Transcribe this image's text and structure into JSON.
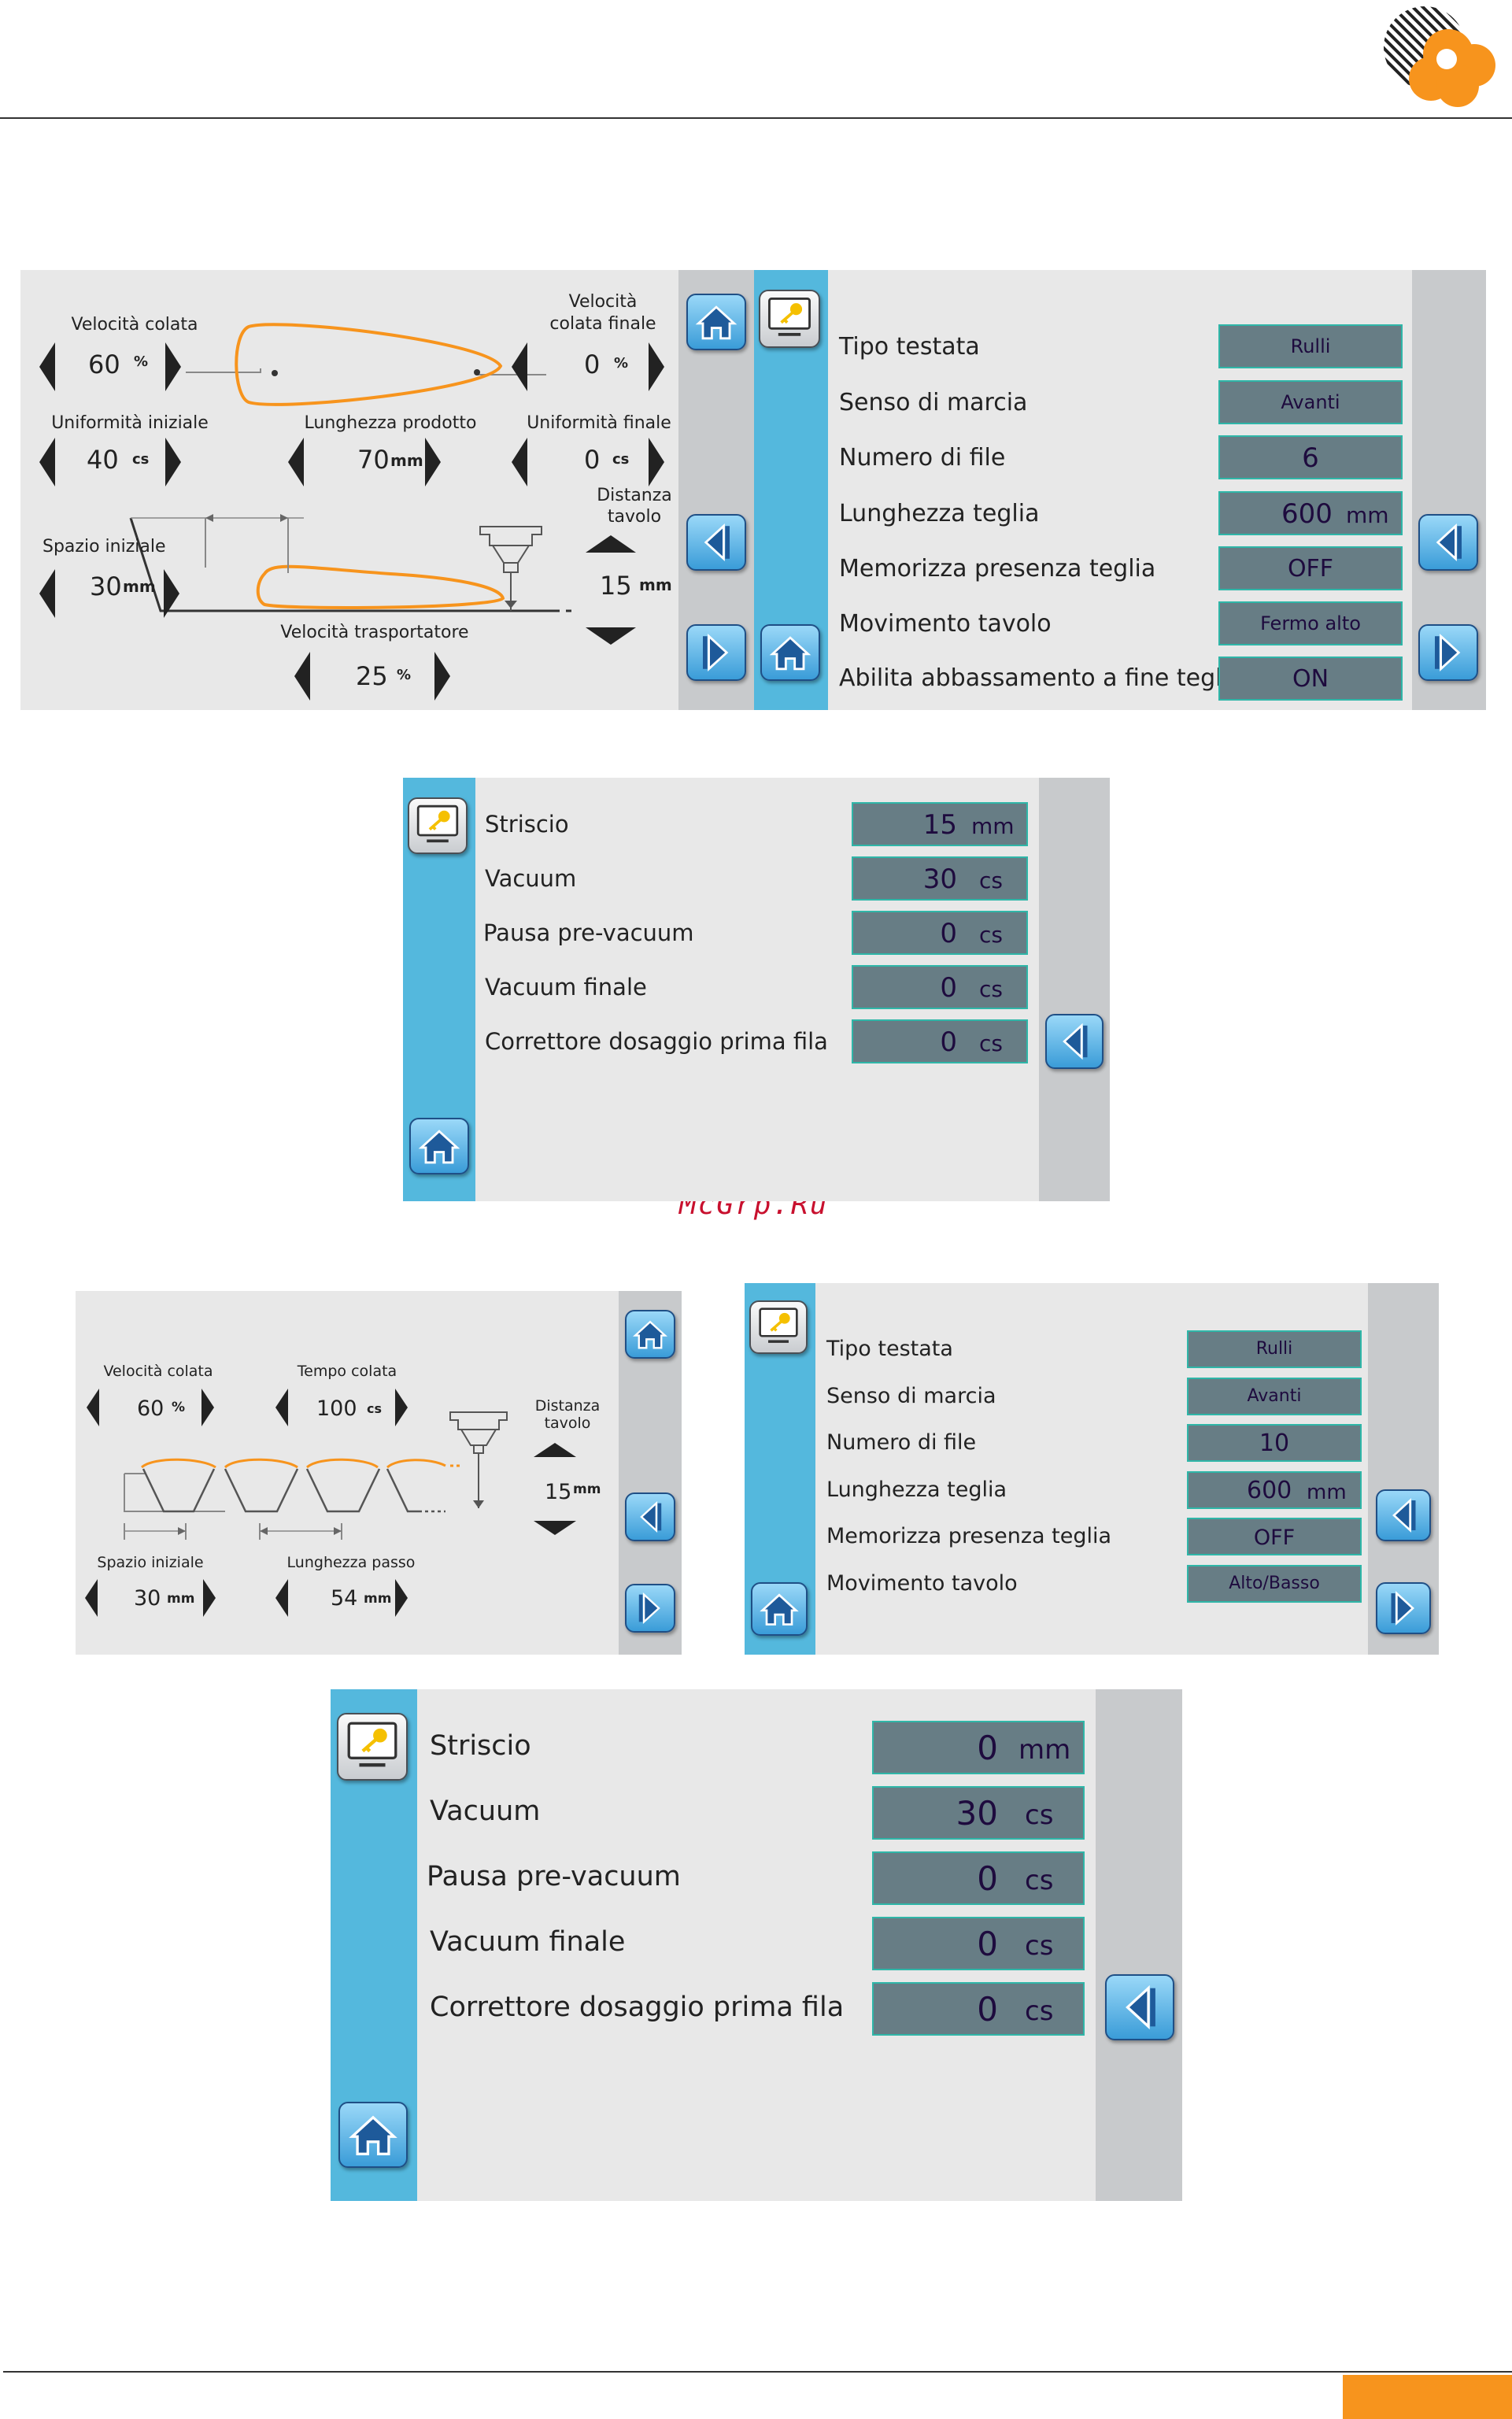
{
  "watermark": "McGrp.Ru",
  "panel1": {
    "velocita_colata_label": "Velocità colata",
    "velocita_colata_value": "60",
    "velocita_colata_unit": "%",
    "velocita_colata_finale_label_1": "Velocità",
    "velocita_colata_finale_label_2": "colata finale",
    "velocita_colata_finale_value": "0",
    "velocita_colata_finale_unit": "%",
    "uniformita_iniziale_label": "Uniformità iniziale",
    "uniformita_iniziale_value": "40",
    "uniformita_iniziale_unit": "cs",
    "lunghezza_prodotto_label": "Lunghezza prodotto",
    "lunghezza_prodotto_value": "70",
    "lunghezza_prodotto_unit": "mm",
    "uniformita_finale_label": "Uniformità finale",
    "uniformita_finale_value": "0",
    "uniformita_finale_unit": "cs",
    "spazio_iniziale_label": "Spazio iniziale",
    "spazio_iniziale_value": "30",
    "spazio_iniziale_unit": "mm",
    "distanza_tavolo_label_1": "Distanza",
    "distanza_tavolo_label_2": "tavolo",
    "distanza_tavolo_value": "15",
    "distanza_tavolo_unit": "mm",
    "velocita_trasportatore_label": "Velocità trasportatore",
    "velocita_trasportatore_value": "25",
    "velocita_trasportatore_unit": "%"
  },
  "panel2": {
    "rows": [
      {
        "label": "Tipo testata",
        "value": "Rulli",
        "unit": ""
      },
      {
        "label": "Senso di marcia",
        "value": "Avanti",
        "unit": ""
      },
      {
        "label": "Numero di file",
        "value": "6",
        "unit": ""
      },
      {
        "label": "Lunghezza teglia",
        "value": "600",
        "unit": "mm"
      },
      {
        "label": "Memorizza presenza teglia",
        "value": "OFF",
        "unit": ""
      },
      {
        "label": "Movimento tavolo",
        "value": "Fermo alto",
        "unit": ""
      },
      {
        "label": "Abilita abbassamento a fine teglia",
        "value": "ON",
        "unit": ""
      }
    ]
  },
  "panel3": {
    "rows": [
      {
        "label": "Striscio",
        "value": "15",
        "unit": "mm"
      },
      {
        "label": "Vacuum",
        "value": "30",
        "unit": "cs"
      },
      {
        "label": "Pausa pre-vacuum",
        "value": "0",
        "unit": "cs"
      },
      {
        "label": "Vacuum finale",
        "value": "0",
        "unit": "cs"
      },
      {
        "label": "Correttore dosaggio prima fila",
        "value": "0",
        "unit": "cs"
      }
    ]
  },
  "panel4": {
    "velocita_colata_label": "Velocità colata",
    "velocita_colata_value": "60",
    "velocita_colata_unit": "%",
    "tempo_colata_label": "Tempo colata",
    "tempo_colata_value": "100",
    "tempo_colata_unit": "cs",
    "distanza_tavolo_label_1": "Distanza",
    "distanza_tavolo_label_2": "tavolo",
    "distanza_tavolo_value": "15",
    "distanza_tavolo_unit": "mm",
    "spazio_iniziale_label": "Spazio iniziale",
    "spazio_iniziale_value": "30",
    "spazio_iniziale_unit": "mm",
    "lunghezza_passo_label": "Lunghezza passo",
    "lunghezza_passo_value": "54",
    "lunghezza_passo_unit": "mm"
  },
  "panel5": {
    "rows": [
      {
        "label": "Tipo testata",
        "value": "Rulli",
        "unit": ""
      },
      {
        "label": "Senso di marcia",
        "value": "Avanti",
        "unit": ""
      },
      {
        "label": "Numero di file",
        "value": "10",
        "unit": ""
      },
      {
        "label": "Lunghezza teglia",
        "value": "600",
        "unit": "mm"
      },
      {
        "label": "Memorizza presenza teglia",
        "value": "OFF",
        "unit": ""
      },
      {
        "label": "Movimento tavolo",
        "value": "Alto/Basso",
        "unit": ""
      }
    ]
  },
  "panel6": {
    "rows": [
      {
        "label": "Striscio",
        "value": "0",
        "unit": "mm"
      },
      {
        "label": "Vacuum",
        "value": "30",
        "unit": "cs"
      },
      {
        "label": "Pausa pre-vacuum",
        "value": "0",
        "unit": "cs"
      },
      {
        "label": "Vacuum finale",
        "value": "0",
        "unit": "cs"
      },
      {
        "label": "Correttore dosaggio prima fila",
        "value": "0",
        "unit": "cs"
      }
    ]
  },
  "colors": {
    "orange": "#f7941d",
    "screen_bg": "#e8e8e8",
    "sidebar_blue": "#54b8dd",
    "field_bg": "#677d85",
    "field_border": "#2fb6a8"
  }
}
